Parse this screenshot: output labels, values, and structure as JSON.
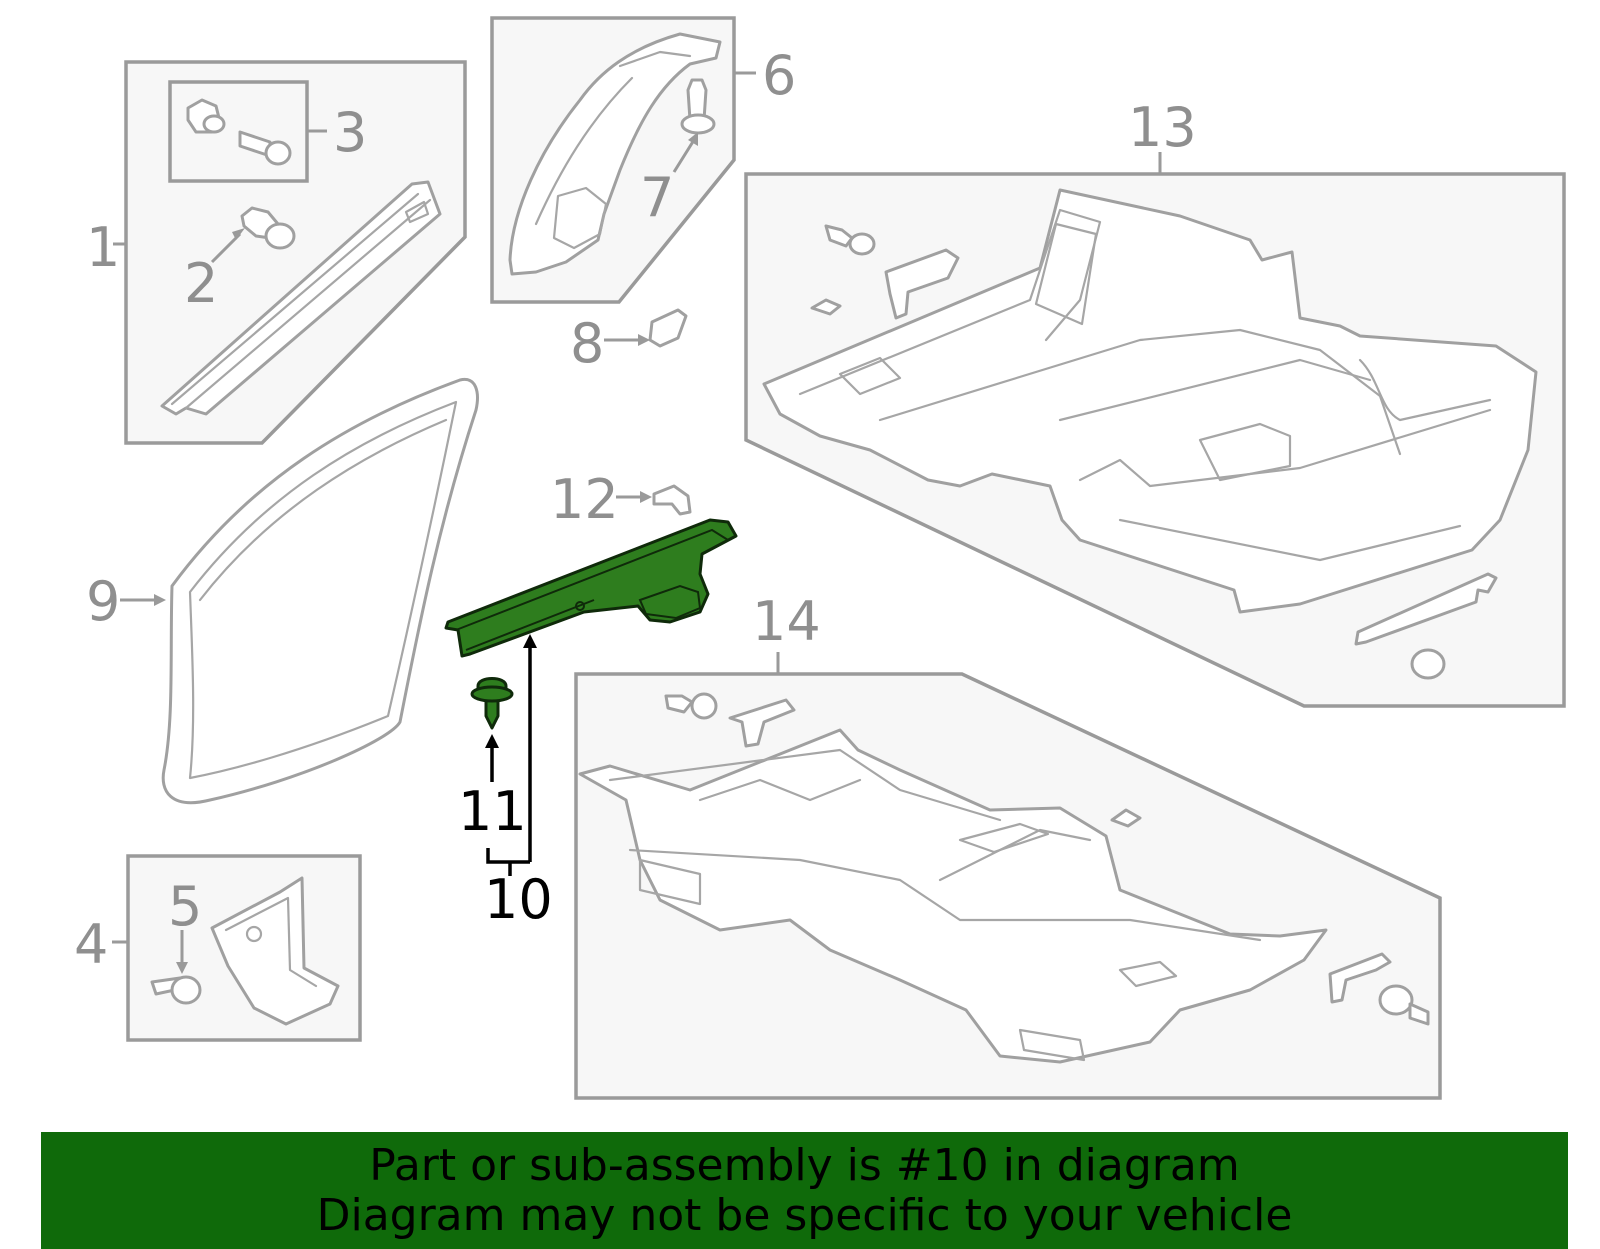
{
  "diagram": {
    "callouts": [
      "1",
      "2",
      "3",
      "4",
      "5",
      "6",
      "7",
      "8",
      "9",
      "10",
      "11",
      "12",
      "13",
      "14"
    ],
    "highlighted_part": "10",
    "colors": {
      "highlight_fill": "#2e7d1e",
      "banner_bg": "#0f6a0a",
      "line_gray": "#9a9a9a",
      "box_fill": "#f7f7f7"
    }
  },
  "banner": {
    "line1": "Part or sub-assembly is #10 in diagram",
    "line2": "Diagram may not be specific to your vehicle"
  }
}
